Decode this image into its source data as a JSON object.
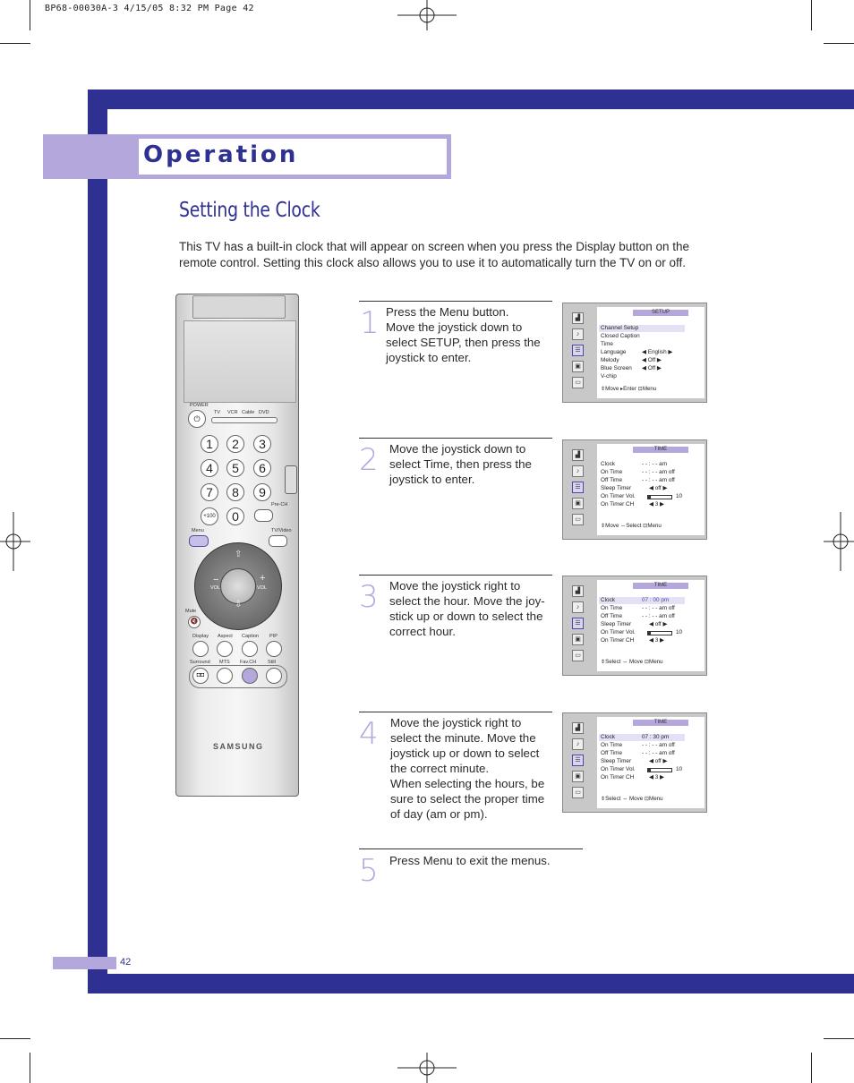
{
  "slug": "BP68-00030A-3  4/15/05  8:32 PM  Page 42",
  "section": "Operation",
  "title": "Setting the Clock",
  "intro": "This TV has a built-in clock that will appear on screen when you press the Display button on the remote control. Setting this clock also allows you to use it to automatically turn the TV on or off.",
  "steps": [
    {
      "num": "1",
      "text": "Press the Menu button.\nMove the joystick down to select SETUP, then press the joystick to enter."
    },
    {
      "num": "2",
      "text": "Move the joystick down to select Time, then press the joystick to enter."
    },
    {
      "num": "3",
      "text": "Move the joystick right to select the hour. Move the joy-stick up or down to select the correct hour."
    },
    {
      "num": "4",
      "text": "Move the joystick right to select the minute. Move the joystick up or down to select the correct minute.\nWhen selecting the hours, be sure to select the proper time of day (am or pm)."
    },
    {
      "num": "5",
      "text": "Press Menu to exit the menus."
    }
  ],
  "page_number": "42",
  "remote": {
    "power": "POWER",
    "sources": [
      "TV",
      "VCR",
      "Cable",
      "DVD"
    ],
    "digits": [
      "1",
      "2",
      "3",
      "4",
      "5",
      "6",
      "7",
      "8",
      "9",
      "+100",
      "0"
    ],
    "pre_ch": "Pre-CH",
    "menu": "Menu",
    "tv_video": "TV/Video",
    "vol": "VOL",
    "mute": "Mute",
    "row1": [
      "Display",
      "Aspect",
      "Caption",
      "PIP"
    ],
    "row2": [
      "Surround",
      "MTS",
      "Fav.CH",
      "Still"
    ],
    "brand": "SAMSUNG"
  },
  "screens": [
    {
      "header": "SETUP",
      "rows": [
        {
          "label": "Channel Setup",
          "value": ""
        },
        {
          "label": "Closed Caption",
          "value": ""
        },
        {
          "label": "Time",
          "value": ""
        },
        {
          "label": "Language",
          "value": "◀  English  ▶"
        },
        {
          "label": "Melody",
          "value": "◀     Off     ▶"
        },
        {
          "label": "Blue Screen",
          "value": "◀     Off     ▶"
        },
        {
          "label": "V-chip",
          "value": ""
        }
      ],
      "footer": "⇕Move   ▸Enter    ⊡Menu"
    },
    {
      "header": "TIME",
      "rows": [
        {
          "label": "Clock",
          "value": "- - : - -  am"
        },
        {
          "label": "On Time",
          "value": "- - : - -  am off"
        },
        {
          "label": "Off Time",
          "value": "- - : - -  am off"
        },
        {
          "label": "Sleep Timer",
          "value": "◀   off   ▶"
        },
        {
          "label": "On Timer Vol.",
          "value": "10"
        },
        {
          "label": "On Timer CH",
          "value": "◀    3    ▶"
        }
      ],
      "footer": "⇕Move   ⇔Select   ⊡Menu"
    },
    {
      "header": "TIME",
      "rows": [
        {
          "label": "Clock",
          "value": "07 : 00  pm"
        },
        {
          "label": "On Time",
          "value": "- - : - -  am off"
        },
        {
          "label": "Off Time",
          "value": "- - : - -  am off"
        },
        {
          "label": "Sleep Timer",
          "value": "◀   off   ▶"
        },
        {
          "label": "On Timer Vol.",
          "value": "10"
        },
        {
          "label": "On Timer CH",
          "value": "◀    3    ▶"
        }
      ],
      "footer": "⇕Select   ⇔ Move    ⊡Menu"
    },
    {
      "header": "TIME",
      "rows": [
        {
          "label": "Clock",
          "value": "07 : 30  pm"
        },
        {
          "label": "On Time",
          "value": "- - : - -  am off"
        },
        {
          "label": "Off Time",
          "value": "- - : - -  am off"
        },
        {
          "label": "Sleep Timer",
          "value": "◀   off   ▶"
        },
        {
          "label": "On Timer Vol.",
          "value": "10"
        },
        {
          "label": "On Timer CH",
          "value": "◀    3    ▶"
        }
      ],
      "footer": "⇕Select   ⇔ Move    ⊡Menu"
    }
  ],
  "on_timer_volume_fraction": 0.1,
  "colors": {
    "brand_blue": "#2e3192",
    "lavender": "#b3a7dc"
  }
}
